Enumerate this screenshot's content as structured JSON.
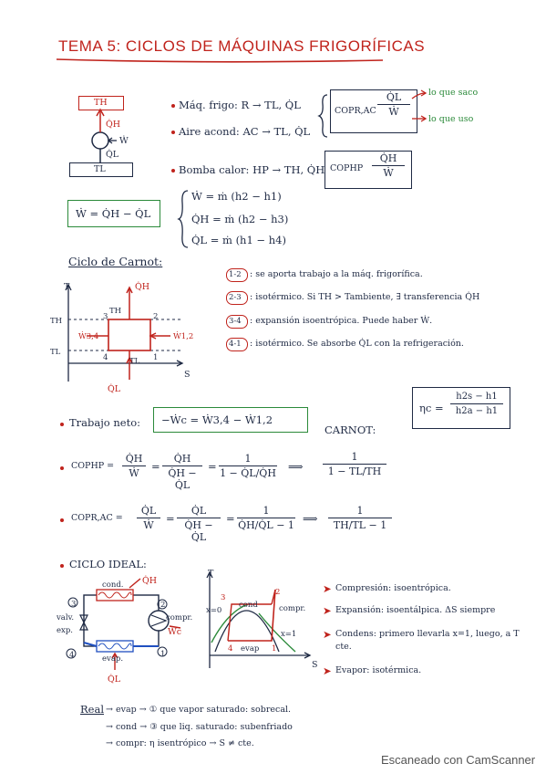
{
  "title": "TEMA 5: CICLOS DE MÁQUINAS FRIGORÍFICAS",
  "diagram1": {
    "th": "TH",
    "tl": "TL",
    "qh": "Q̇H",
    "ql": "Q̇L",
    "w": "Ẇ"
  },
  "machines": {
    "fridge": "Máq. frigo: R → TL, Q̇L",
    "ac": "Aire acond: AC → TL, Q̇L",
    "cop_r_label": "COPR,AC",
    "cop_r_num": "Q̇L",
    "cop_r_den": "Ẇ",
    "lo_que_saco": "lo que saco",
    "lo_que_uso": "lo que uso",
    "heat_pump": "Bomba calor: HP → TH, Q̇H",
    "cop_hp_label": "COPHP",
    "cop_hp_num": "Q̇H",
    "cop_hp_den": "Ẇ"
  },
  "balance": {
    "main": "Ẇ = Q̇H − Q̇L",
    "eq1": "Ẇ = ṁ (h2 − h1)",
    "eq2": "Q̇H = ṁ (h2 − h3)",
    "eq3": "Q̇L = ṁ (h1 − h4)"
  },
  "carnot": {
    "heading": "Ciclo de Carnot:",
    "steps": [
      {
        "tag": "1-2",
        "text": ": se aporta trabajo a la máq. frigorífica."
      },
      {
        "tag": "2-3",
        "text": ": isotérmico. Si TH > Tambiente, ∃ transferencia Q̇H"
      },
      {
        "tag": "3-4",
        "text": ": expansión isoentrópica. Puede haber Ẇ."
      },
      {
        "tag": "4-1",
        "text": ": isotérmico. Se absorbe Q̇L con la refrigeración."
      }
    ],
    "diagram": {
      "t_axis": "T",
      "s_axis": "S",
      "th": "TH",
      "tl": "TL",
      "qh": "Q̇H",
      "ql": "Q̇L",
      "w34": "Ẇ3,4",
      "w12": "Ẇ1,2",
      "p1": "1",
      "p2": "2",
      "p3": "3",
      "p4": "4"
    },
    "net_work_label": "Trabajo neto:",
    "net_work_eq": "−Ẇc = Ẇ3,4 − Ẇ1,2",
    "eta_c": "ηc =",
    "eta_num": "h2s − h1",
    "eta_den": "h2a − h1",
    "carnot_label": "CARNOT:"
  },
  "cop_hp_chain": {
    "label": "COPHP =",
    "f1n": "Q̇H",
    "f1d": "Ẇ",
    "f2n": "Q̇H",
    "f2d": "Q̇H − Q̇L",
    "f3n": "1",
    "f3d": "1 − Q̇L/Q̇H",
    "f4n": "1",
    "f4d": "1 − TL/TH"
  },
  "cop_r_chain": {
    "label": "COPR,AC =",
    "f1n": "Q̇L",
    "f1d": "Ẇ",
    "f2n": "Q̇L",
    "f2d": "Q̇H − Q̇L",
    "f3n": "1",
    "f3d": "Q̇H/Q̇L − 1",
    "f4n": "1",
    "f4d": "TH/TL − 1"
  },
  "ideal": {
    "heading": "CICLO IDEAL:",
    "cond": "cond.",
    "evap": "evap.",
    "compr": "compr.",
    "valv": "valv. exp.",
    "qh": "Q̇H",
    "ql": "Q̇L",
    "wc": "Ẇc",
    "n1": "1",
    "n2": "2",
    "n3": "3",
    "n4": "4",
    "ts_t": "T",
    "ts_s": "S",
    "ts_cond": "cond",
    "ts_evap": "evap",
    "ts_x0": "x=0",
    "ts_x1": "x=1",
    "ts_compr": "compr.",
    "items": [
      "Compresión: isoentrópica.",
      "Expansión: isoentálpica. ΔS siempre",
      "Condens: primero llevarla x=1, luego, a T cte.",
      "Evapor: isotérmica."
    ]
  },
  "real": {
    "label": "Real",
    "l1": "→ evap → ① que vapor saturado: sobrecal.",
    "l2": "→ cond → ③ que liq. saturado: subenfriado",
    "l3": "→ compr: η isentrópico → S ≠ cte."
  },
  "footer": "Escaneado con CamScanner"
}
